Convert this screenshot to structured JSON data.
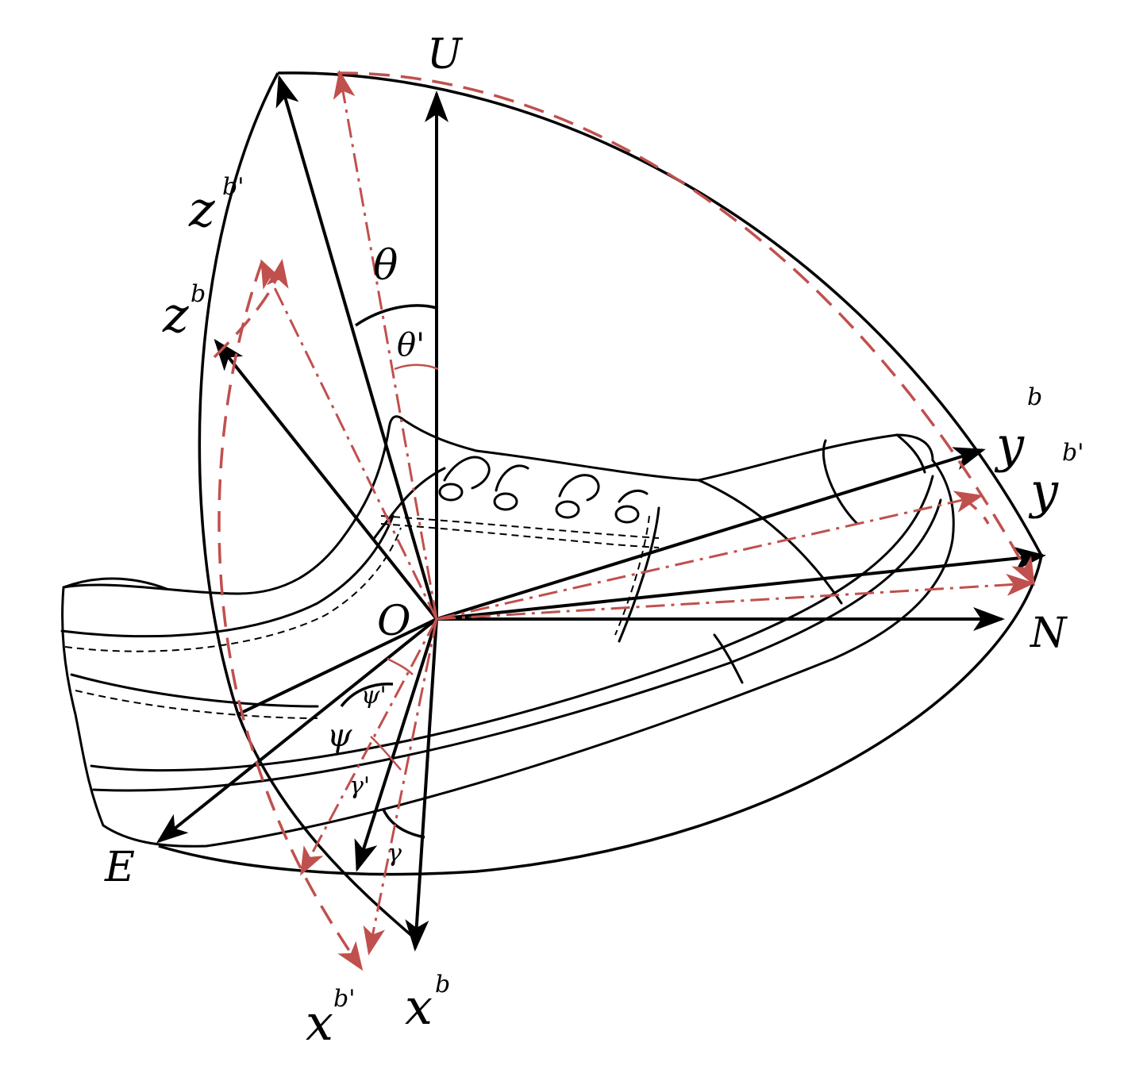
{
  "axes": {
    "U": "U",
    "N": "N",
    "E": "E",
    "O": "O",
    "zb": {
      "base": "z",
      "sup": "b"
    },
    "zb_prime": {
      "base": "z",
      "sup": "b'"
    },
    "yb": {
      "base": "y",
      "sup": "b"
    },
    "yb_prime": {
      "base": "y",
      "sup": "b'"
    },
    "xb": {
      "base": "x",
      "sup": "b"
    },
    "xb_prime": {
      "base": "x",
      "sup": "b'"
    }
  },
  "angles": {
    "theta": "θ",
    "theta_prime": "θ'",
    "psi": "ψ",
    "psi_prime": "ψ'",
    "gamma": "γ",
    "gamma_prime": "γ'"
  },
  "colors": {
    "black": "#000000",
    "red_dashed": "#c0504d"
  }
}
